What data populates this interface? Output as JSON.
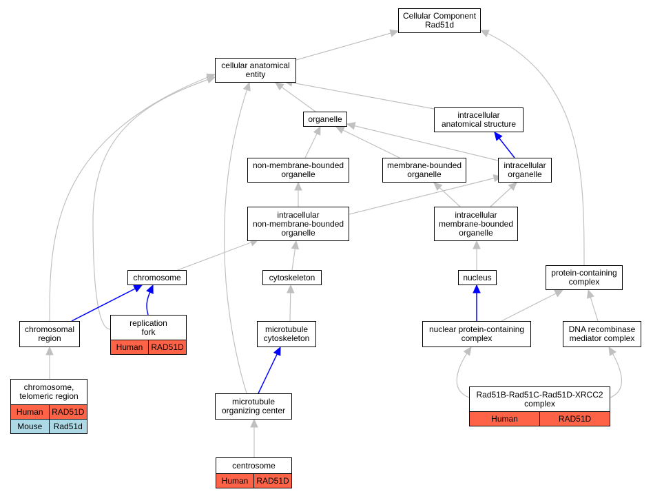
{
  "nodes": {
    "cc_rad51d": {
      "label": "Cellular Component\nRad51d"
    },
    "cellular_anatomical_entity": {
      "label": "cellular anatomical\nentity"
    },
    "organelle": {
      "label": "organelle"
    },
    "intracellular_anatomical_structure": {
      "label": "intracellular\nanatomical structure"
    },
    "non_membrane_bounded_organelle": {
      "label": "non-membrane-bounded\norganelle"
    },
    "membrane_bounded_organelle": {
      "label": "membrane-bounded\norganelle"
    },
    "intracellular_organelle": {
      "label": "intracellular\norganelle"
    },
    "intracellular_non_membrane_bounded_organelle": {
      "label": "intracellular\nnon-membrane-bounded\norganelle"
    },
    "intracellular_membrane_bounded_organelle": {
      "label": "intracellular\nmembrane-bounded\norganelle"
    },
    "chromosome": {
      "label": "chromosome"
    },
    "cytoskeleton": {
      "label": "cytoskeleton"
    },
    "nucleus": {
      "label": "nucleus"
    },
    "protein_containing_complex": {
      "label": "protein-containing\ncomplex"
    },
    "chromosomal_region": {
      "label": "chromosomal\nregion"
    },
    "replication_fork": {
      "label": "replication\nfork",
      "rows": [
        [
          "Human",
          "RAD51D"
        ]
      ]
    },
    "microtubule_cytoskeleton": {
      "label": "microtubule\ncytoskeleton"
    },
    "nuclear_protein_containing_complex": {
      "label": "nuclear protein-containing\ncomplex"
    },
    "dna_recombinase_mediator_complex": {
      "label": "DNA recombinase\nmediator complex"
    },
    "chromosome_telomeric_region": {
      "label": "chromosome,\ntelomeric region",
      "rows": [
        [
          "Human",
          "RAD51D"
        ],
        [
          "Mouse",
          "Rad51d"
        ]
      ]
    },
    "microtubule_organizing_center": {
      "label": "microtubule\norganizing center"
    },
    "rad51_complex": {
      "label": "Rad51B-Rad51C-Rad51D-XRCC2\ncomplex",
      "rows": [
        [
          "Human",
          "RAD51D"
        ]
      ]
    },
    "centrosome": {
      "label": "centrosome",
      "rows": [
        [
          "Human",
          "RAD51D"
        ]
      ]
    }
  },
  "colors": {
    "edge_gray": "#c0c0c0",
    "edge_blue": "#0000ff",
    "human": "#ff6347",
    "mouse": "#add8e6"
  },
  "edges": [
    {
      "from": "cellular_anatomical_entity",
      "to": "cc_rad51d",
      "color": "gray"
    },
    {
      "from": "protein_containing_complex",
      "to": "cc_rad51d",
      "color": "gray"
    },
    {
      "from": "organelle",
      "to": "cellular_anatomical_entity",
      "color": "gray"
    },
    {
      "from": "intracellular_anatomical_structure",
      "to": "cellular_anatomical_entity",
      "color": "gray"
    },
    {
      "from": "chromosomal_region",
      "to": "cellular_anatomical_entity",
      "color": "gray"
    },
    {
      "from": "replication_fork",
      "to": "cellular_anatomical_entity",
      "color": "gray"
    },
    {
      "from": "microtubule_organizing_center",
      "to": "cellular_anatomical_entity",
      "color": "gray"
    },
    {
      "from": "non_membrane_bounded_organelle",
      "to": "organelle",
      "color": "gray"
    },
    {
      "from": "membrane_bounded_organelle",
      "to": "organelle",
      "color": "gray"
    },
    {
      "from": "intracellular_organelle",
      "to": "organelle",
      "color": "gray"
    },
    {
      "from": "intracellular_organelle",
      "to": "intracellular_anatomical_structure",
      "color": "blue"
    },
    {
      "from": "intracellular_non_membrane_bounded_organelle",
      "to": "non_membrane_bounded_organelle",
      "color": "gray"
    },
    {
      "from": "intracellular_non_membrane_bounded_organelle",
      "to": "intracellular_organelle",
      "color": "gray"
    },
    {
      "from": "intracellular_membrane_bounded_organelle",
      "to": "membrane_bounded_organelle",
      "color": "gray"
    },
    {
      "from": "intracellular_membrane_bounded_organelle",
      "to": "intracellular_organelle",
      "color": "gray"
    },
    {
      "from": "chromosome",
      "to": "intracellular_non_membrane_bounded_organelle",
      "color": "gray"
    },
    {
      "from": "cytoskeleton",
      "to": "intracellular_non_membrane_bounded_organelle",
      "color": "gray"
    },
    {
      "from": "nucleus",
      "to": "intracellular_membrane_bounded_organelle",
      "color": "gray"
    },
    {
      "from": "chromosomal_region",
      "to": "chromosome",
      "color": "blue"
    },
    {
      "from": "replication_fork",
      "to": "chromosome",
      "color": "blue"
    },
    {
      "from": "microtubule_cytoskeleton",
      "to": "cytoskeleton",
      "color": "gray"
    },
    {
      "from": "nuclear_protein_containing_complex",
      "to": "nucleus",
      "color": "blue"
    },
    {
      "from": "nuclear_protein_containing_complex",
      "to": "protein_containing_complex",
      "color": "gray"
    },
    {
      "from": "dna_recombinase_mediator_complex",
      "to": "protein_containing_complex",
      "color": "gray"
    },
    {
      "from": "chromosome_telomeric_region",
      "to": "chromosomal_region",
      "color": "gray"
    },
    {
      "from": "microtubule_organizing_center",
      "to": "microtubule_cytoskeleton",
      "color": "blue"
    },
    {
      "from": "centrosome",
      "to": "microtubule_organizing_center",
      "color": "gray"
    },
    {
      "from": "rad51_complex",
      "to": "nuclear_protein_containing_complex",
      "color": "gray"
    },
    {
      "from": "rad51_complex",
      "to": "dna_recombinase_mediator_complex",
      "color": "gray"
    }
  ]
}
